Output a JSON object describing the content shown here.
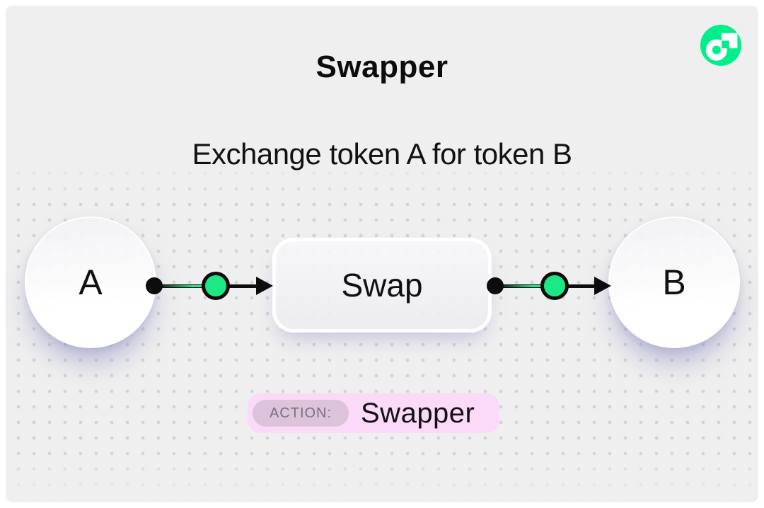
{
  "page": {
    "outer_bg": "#ffffff",
    "canvas_bg": "#efefef",
    "dot_color": "#d3d3d6"
  },
  "brand": {
    "logo_name": "flow-logo",
    "logo_green": "#00ef8b"
  },
  "header": {
    "title": "Swapper",
    "subtitle": "Exchange token A for token B"
  },
  "diagram": {
    "source_node": {
      "label": "A"
    },
    "process_node": {
      "label": "Swap"
    },
    "target_node": {
      "label": "B"
    },
    "connector_color": "#0d0d0d",
    "flow_dot_color": "#1be783"
  },
  "action_badge": {
    "label": "ACTION:",
    "value": "Swapper",
    "bg": "#fbd9f8",
    "label_bg": "#dcc3d9",
    "label_color": "#7a7080"
  }
}
